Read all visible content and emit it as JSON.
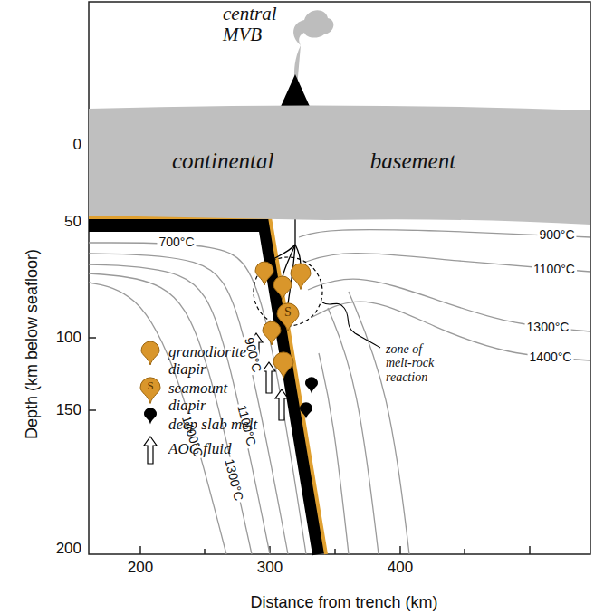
{
  "diagram": {
    "nodes": [
      {
        "text": [
          "continental basement"
        ]
      },
      {
        "text": [
          "S"
        ]
      },
      {
        "text": [
          "S"
        ]
      }
    ],
    "labels": [
      "central MVB",
      "0",
      "50",
      "100",
      "150",
      "200",
      "200",
      "300",
      "400",
      "Depth (km below seafloor)",
      "Distance from trench (km)",
      "700°C",
      "900°C",
      "1100°C",
      "1300°C",
      "1400°C",
      "900°C",
      "1100°C",
      "1300°C",
      "1400°C",
      "zone of melt-rock reaction"
    ],
    "legend": [
      {
        "text": "granodiorite diapir"
      },
      {
        "text": "seamount diapir"
      },
      {
        "text": "deep slab melt"
      },
      {
        "text": "AOC fluid"
      }
    ]
  }
}
